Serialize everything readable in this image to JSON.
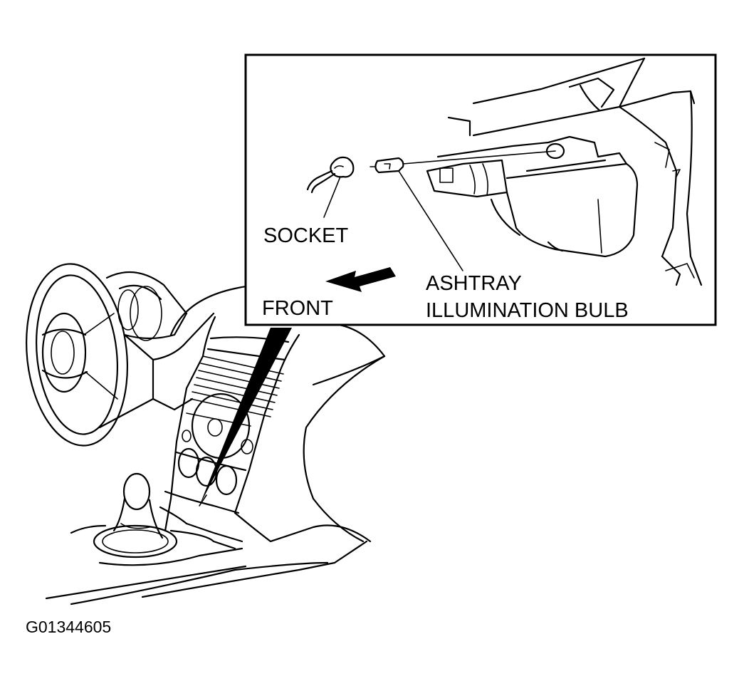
{
  "figure_code": "G01344605",
  "inset": {
    "labels": {
      "socket": "SOCKET",
      "front": "FRONT",
      "bulb_line1": "ASHTRAY",
      "bulb_line2": "ILLUMINATION BULB"
    }
  },
  "colors": {
    "ink": "#000000",
    "background": "#ffffff"
  }
}
